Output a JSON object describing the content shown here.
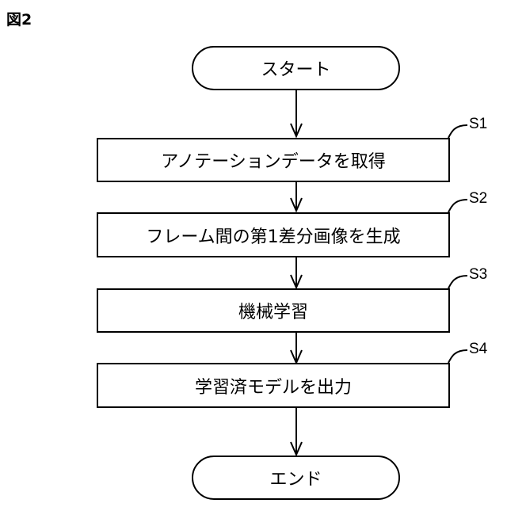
{
  "figure_label": "図2",
  "start": {
    "label": "スタート"
  },
  "steps": [
    {
      "id": "S1",
      "label": "アノテーションデータを取得"
    },
    {
      "id": "S2",
      "label": "フレーム間の第1差分画像を生成"
    },
    {
      "id": "S3",
      "label": "機械学習"
    },
    {
      "id": "S4",
      "label": "学習済モデルを出力"
    }
  ],
  "end": {
    "label": "エンド"
  }
}
